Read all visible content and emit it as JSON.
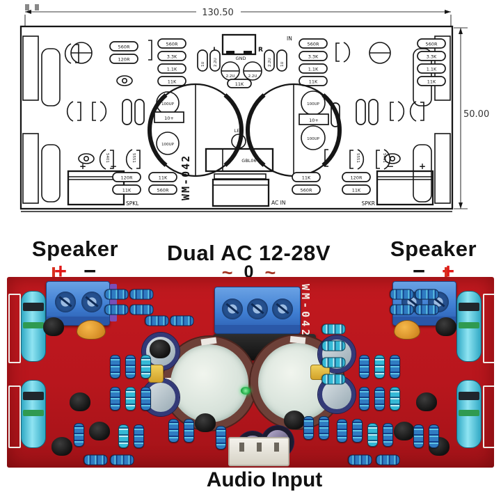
{
  "diagram": {
    "dim_width": "130.50",
    "dim_height": "50.00",
    "board_name": "WM-042",
    "input": {
      "label": "IN",
      "left": "L",
      "right": "R",
      "gnd": "GND"
    },
    "ac_in": "AC IN",
    "spk_left": "SPKL",
    "spk_right": "SPKR",
    "plus": "+",
    "minus": "−",
    "led": "LED",
    "bridge": "GBL06",
    "jumper": "10+",
    "cap_big": "100UP",
    "cap_med": "2.2U",
    "cap_small": "1U",
    "res_stack": [
      "560R",
      "3.3K",
      "1.1K",
      "11K"
    ],
    "res_pair": [
      "120R",
      "11K"
    ],
    "res_560": "560R",
    "res_120": "120R",
    "res_11k": "11K",
    "q_a": "5401",
    "q_b": "5551"
  },
  "labels": {
    "speaker_left": {
      "title": "Speaker",
      "plus": "+",
      "minus": "−"
    },
    "power": {
      "title": "Dual AC 12-28V",
      "tilde": "~",
      "zero": "0"
    },
    "speaker_right": {
      "title": "Speaker",
      "plus": "+",
      "minus": "−"
    },
    "audio_input": "Audio Input"
  },
  "photo": {
    "board_name": "WM-042"
  },
  "colors": {
    "board_red": "#bf1a20",
    "terminal_blue": "#3f83d6",
    "accent_plus": "#e01818",
    "tilde_red": "#a33322"
  }
}
